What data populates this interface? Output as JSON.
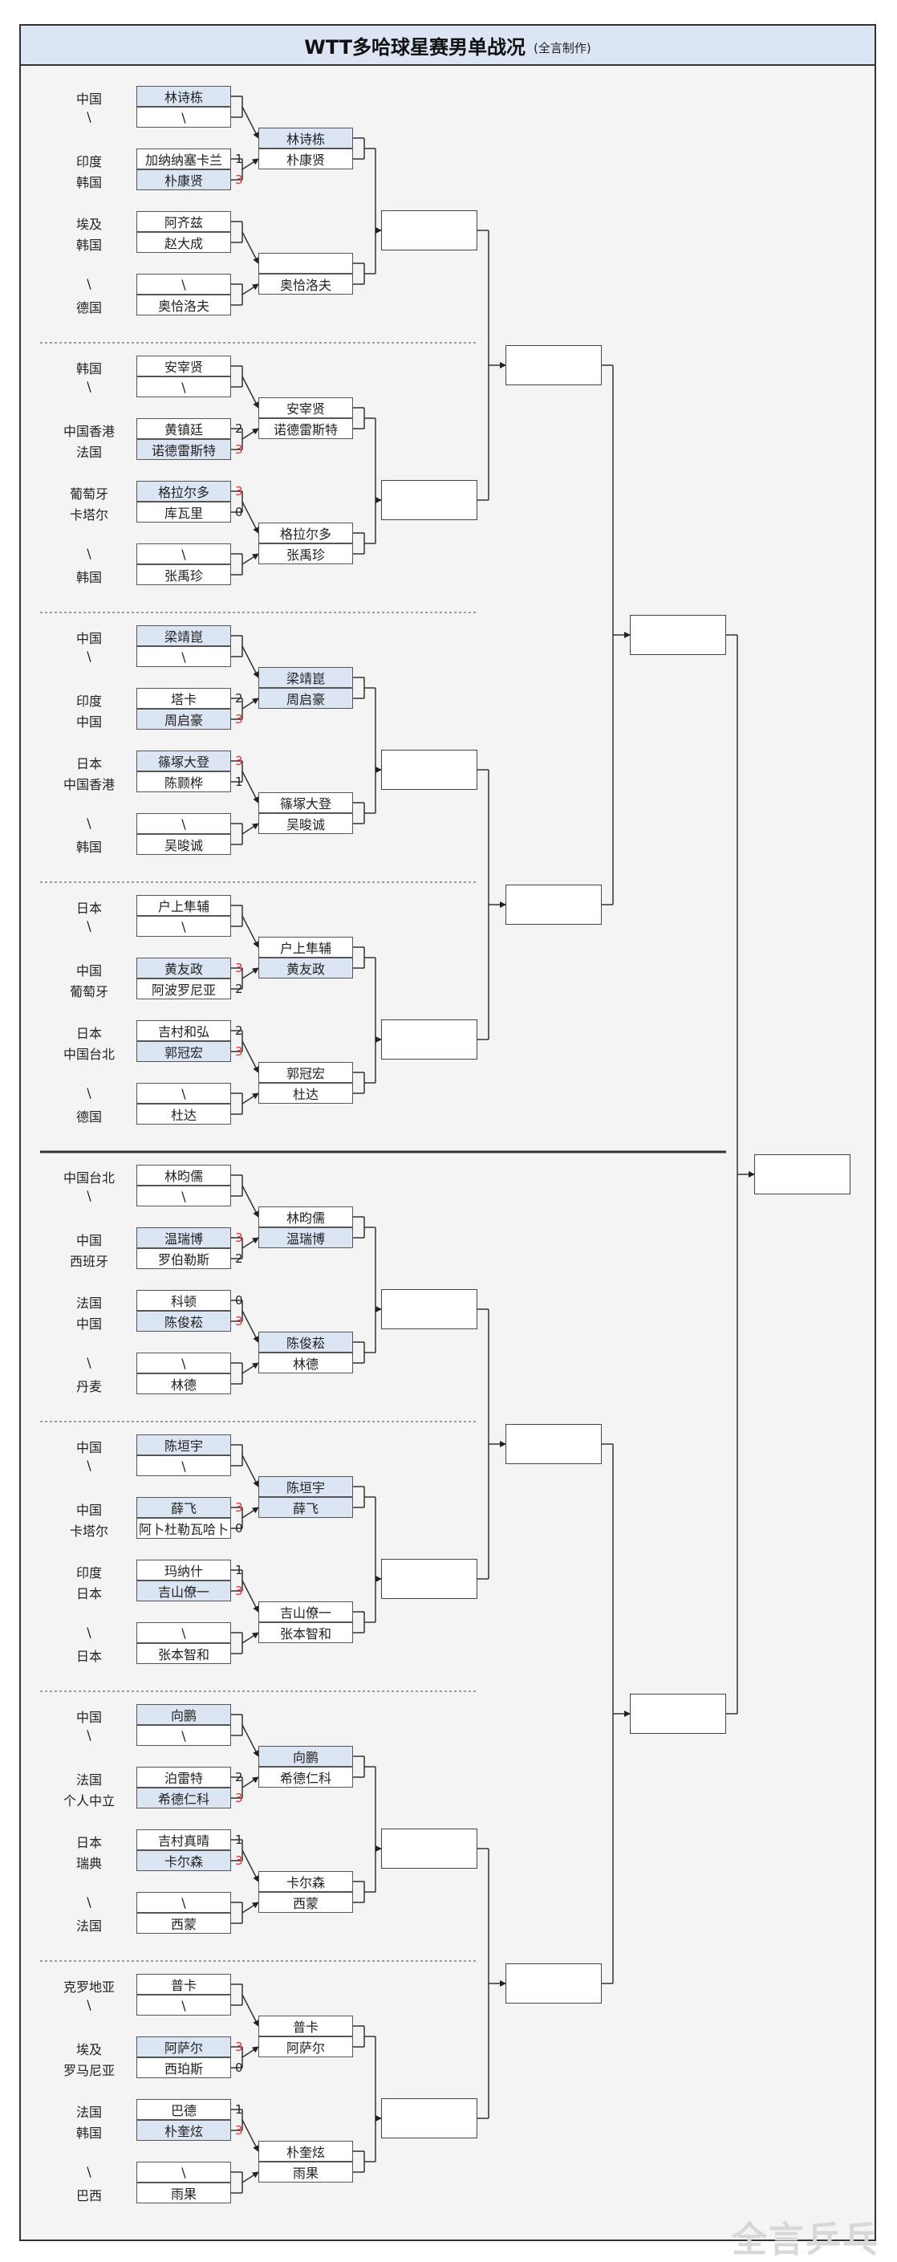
{
  "title": "WTT多哈球星赛男单战况",
  "subtitle": "(全言制作)",
  "watermark": "全言乒乓",
  "colors": {
    "highlight": "#dbe5f3",
    "winner_score": "#d23a3a"
  },
  "groups": [
    {
      "r32": [
        {
          "top": {
            "country": "中国",
            "name": "林诗栋",
            "score": "",
            "win": true
          },
          "bot": {
            "country": "\\",
            "name": "\\",
            "score": "",
            "win": false
          }
        },
        {
          "top": {
            "country": "印度",
            "name": "加纳纳塞卡兰",
            "score": "1",
            "win": false
          },
          "bot": {
            "country": "韩国",
            "name": "朴康贤",
            "score": "3",
            "win": true
          }
        },
        {
          "top": {
            "country": "埃及",
            "name": "阿齐兹",
            "score": "",
            "win": false
          },
          "bot": {
            "country": "韩国",
            "name": "赵大成",
            "score": "",
            "win": false
          }
        },
        {
          "top": {
            "country": "\\",
            "name": "\\",
            "score": "",
            "win": false
          },
          "bot": {
            "country": "德国",
            "name": "奥恰洛夫",
            "score": "",
            "win": false
          }
        }
      ],
      "r16": [
        {
          "top": {
            "name": "林诗栋",
            "win": true
          },
          "bot": {
            "name": "朴康贤",
            "win": false
          }
        },
        {
          "top": {
            "name": "",
            "win": false
          },
          "bot": {
            "name": "奥恰洛夫",
            "win": false
          }
        }
      ]
    },
    {
      "r32": [
        {
          "top": {
            "country": "韩国",
            "name": "安宰贤",
            "score": "",
            "win": false
          },
          "bot": {
            "country": "\\",
            "name": "\\",
            "score": "",
            "win": false
          }
        },
        {
          "top": {
            "country": "中国香港",
            "name": "黄镇廷",
            "score": "2",
            "win": false
          },
          "bot": {
            "country": "法国",
            "name": "诺德雷斯特",
            "score": "3",
            "win": true
          }
        },
        {
          "top": {
            "country": "葡萄牙",
            "name": "格拉尔多",
            "score": "3",
            "win": true
          },
          "bot": {
            "country": "卡塔尔",
            "name": "库瓦里",
            "score": "0",
            "win": false
          }
        },
        {
          "top": {
            "country": "\\",
            "name": "\\",
            "score": "",
            "win": false
          },
          "bot": {
            "country": "韩国",
            "name": "张禹珍",
            "score": "",
            "win": false
          }
        }
      ],
      "r16": [
        {
          "top": {
            "name": "安宰贤",
            "win": false
          },
          "bot": {
            "name": "诺德雷斯特",
            "win": false
          }
        },
        {
          "top": {
            "name": "格拉尔多",
            "win": false
          },
          "bot": {
            "name": "张禹珍",
            "win": false
          }
        }
      ]
    },
    {
      "r32": [
        {
          "top": {
            "country": "中国",
            "name": "梁靖崑",
            "score": "",
            "win": true
          },
          "bot": {
            "country": "\\",
            "name": "\\",
            "score": "",
            "win": false
          }
        },
        {
          "top": {
            "country": "印度",
            "name": "塔卡",
            "score": "2",
            "win": false
          },
          "bot": {
            "country": "中国",
            "name": "周启豪",
            "score": "3",
            "win": true
          }
        },
        {
          "top": {
            "country": "日本",
            "name": "篠塚大登",
            "score": "3",
            "win": true
          },
          "bot": {
            "country": "中国香港",
            "name": "陈颢桦",
            "score": "1",
            "win": false
          }
        },
        {
          "top": {
            "country": "\\",
            "name": "\\",
            "score": "",
            "win": false
          },
          "bot": {
            "country": "韩国",
            "name": "吴晙诚",
            "score": "",
            "win": false
          }
        }
      ],
      "r16": [
        {
          "top": {
            "name": "梁靖崑",
            "win": true
          },
          "bot": {
            "name": "周启豪",
            "win": true
          }
        },
        {
          "top": {
            "name": "篠塚大登",
            "win": false
          },
          "bot": {
            "name": "吴晙诚",
            "win": false
          }
        }
      ]
    },
    {
      "r32": [
        {
          "top": {
            "country": "日本",
            "name": "户上隼辅",
            "score": "",
            "win": false
          },
          "bot": {
            "country": "\\",
            "name": "\\",
            "score": "",
            "win": false
          }
        },
        {
          "top": {
            "country": "中国",
            "name": "黄友政",
            "score": "3",
            "win": true
          },
          "bot": {
            "country": "葡萄牙",
            "name": "阿波罗尼亚",
            "score": "2",
            "win": false
          }
        },
        {
          "top": {
            "country": "日本",
            "name": "吉村和弘",
            "score": "2",
            "win": false
          },
          "bot": {
            "country": "中国台北",
            "name": "郭冠宏",
            "score": "3",
            "win": true
          }
        },
        {
          "top": {
            "country": "\\",
            "name": "\\",
            "score": "",
            "win": false
          },
          "bot": {
            "country": "德国",
            "name": "杜达",
            "score": "",
            "win": false
          }
        }
      ],
      "r16": [
        {
          "top": {
            "name": "户上隼辅",
            "win": false
          },
          "bot": {
            "name": "黄友政",
            "win": true
          }
        },
        {
          "top": {
            "name": "郭冠宏",
            "win": false
          },
          "bot": {
            "name": "杜达",
            "win": false
          }
        }
      ]
    },
    {
      "r32": [
        {
          "top": {
            "country": "中国台北",
            "name": "林昀儒",
            "score": "",
            "win": false
          },
          "bot": {
            "country": "\\",
            "name": "\\",
            "score": "",
            "win": false
          }
        },
        {
          "top": {
            "country": "中国",
            "name": "温瑞博",
            "score": "3",
            "win": true
          },
          "bot": {
            "country": "西班牙",
            "name": "罗伯勒斯",
            "score": "2",
            "win": false
          }
        },
        {
          "top": {
            "country": "法国",
            "name": "科顿",
            "score": "0",
            "win": false
          },
          "bot": {
            "country": "中国",
            "name": "陈俊菘",
            "score": "3",
            "win": true
          }
        },
        {
          "top": {
            "country": "\\",
            "name": "\\",
            "score": "",
            "win": false
          },
          "bot": {
            "country": "丹麦",
            "name": "林德",
            "score": "",
            "win": false
          }
        }
      ],
      "r16": [
        {
          "top": {
            "name": "林昀儒",
            "win": false
          },
          "bot": {
            "name": "温瑞博",
            "win": true
          }
        },
        {
          "top": {
            "name": "陈俊菘",
            "win": true
          },
          "bot": {
            "name": "林德",
            "win": false
          }
        }
      ]
    },
    {
      "r32": [
        {
          "top": {
            "country": "中国",
            "name": "陈垣宇",
            "score": "",
            "win": true
          },
          "bot": {
            "country": "\\",
            "name": "\\",
            "score": "",
            "win": false
          }
        },
        {
          "top": {
            "country": "中国",
            "name": "薛飞",
            "score": "3",
            "win": true
          },
          "bot": {
            "country": "卡塔尔",
            "name": "阿卜杜勒瓦哈卜",
            "score": "0",
            "win": false
          }
        },
        {
          "top": {
            "country": "印度",
            "name": "玛纳什",
            "score": "1",
            "win": false
          },
          "bot": {
            "country": "日本",
            "name": "吉山僚一",
            "score": "3",
            "win": true
          }
        },
        {
          "top": {
            "country": "\\",
            "name": "\\",
            "score": "",
            "win": false
          },
          "bot": {
            "country": "日本",
            "name": "张本智和",
            "score": "",
            "win": false
          }
        }
      ],
      "r16": [
        {
          "top": {
            "name": "陈垣宇",
            "win": true
          },
          "bot": {
            "name": "薛飞",
            "win": true
          }
        },
        {
          "top": {
            "name": "吉山僚一",
            "win": false
          },
          "bot": {
            "name": "张本智和",
            "win": false
          }
        }
      ]
    },
    {
      "r32": [
        {
          "top": {
            "country": "中国",
            "name": "向鹏",
            "score": "",
            "win": true
          },
          "bot": {
            "country": "\\",
            "name": "\\",
            "score": "",
            "win": false
          }
        },
        {
          "top": {
            "country": "法国",
            "name": "泊雷特",
            "score": "2",
            "win": false
          },
          "bot": {
            "country": "个人中立",
            "name": "希德仁科",
            "score": "3",
            "win": true
          }
        },
        {
          "top": {
            "country": "日本",
            "name": "吉村真晴",
            "score": "1",
            "win": false
          },
          "bot": {
            "country": "瑞典",
            "name": "卡尔森",
            "score": "3",
            "win": true
          }
        },
        {
          "top": {
            "country": "\\",
            "name": "\\",
            "score": "",
            "win": false
          },
          "bot": {
            "country": "法国",
            "name": "西蒙",
            "score": "",
            "win": false
          }
        }
      ],
      "r16": [
        {
          "top": {
            "name": "向鹏",
            "win": true
          },
          "bot": {
            "name": "希德仁科",
            "win": false
          }
        },
        {
          "top": {
            "name": "卡尔森",
            "win": false
          },
          "bot": {
            "name": "西蒙",
            "win": false
          }
        }
      ]
    },
    {
      "r32": [
        {
          "top": {
            "country": "克罗地亚",
            "name": "普卡",
            "score": "",
            "win": false
          },
          "bot": {
            "country": "\\",
            "name": "\\",
            "score": "",
            "win": false
          }
        },
        {
          "top": {
            "country": "埃及",
            "name": "阿萨尔",
            "score": "3",
            "win": true
          },
          "bot": {
            "country": "罗马尼亚",
            "name": "西珀斯",
            "score": "0",
            "win": false
          }
        },
        {
          "top": {
            "country": "法国",
            "name": "巴德",
            "score": "1",
            "win": false
          },
          "bot": {
            "country": "韩国",
            "name": "朴奎炫",
            "score": "3",
            "win": true
          }
        },
        {
          "top": {
            "country": "\\",
            "name": "\\",
            "score": "",
            "win": false
          },
          "bot": {
            "country": "巴西",
            "name": "雨果",
            "score": "",
            "win": false
          }
        }
      ],
      "r16": [
        {
          "top": {
            "name": "普卡",
            "win": false
          },
          "bot": {
            "name": "阿萨尔",
            "win": false
          }
        },
        {
          "top": {
            "name": "朴奎炫",
            "win": false
          },
          "bot": {
            "name": "雨果",
            "win": false
          }
        }
      ]
    }
  ]
}
